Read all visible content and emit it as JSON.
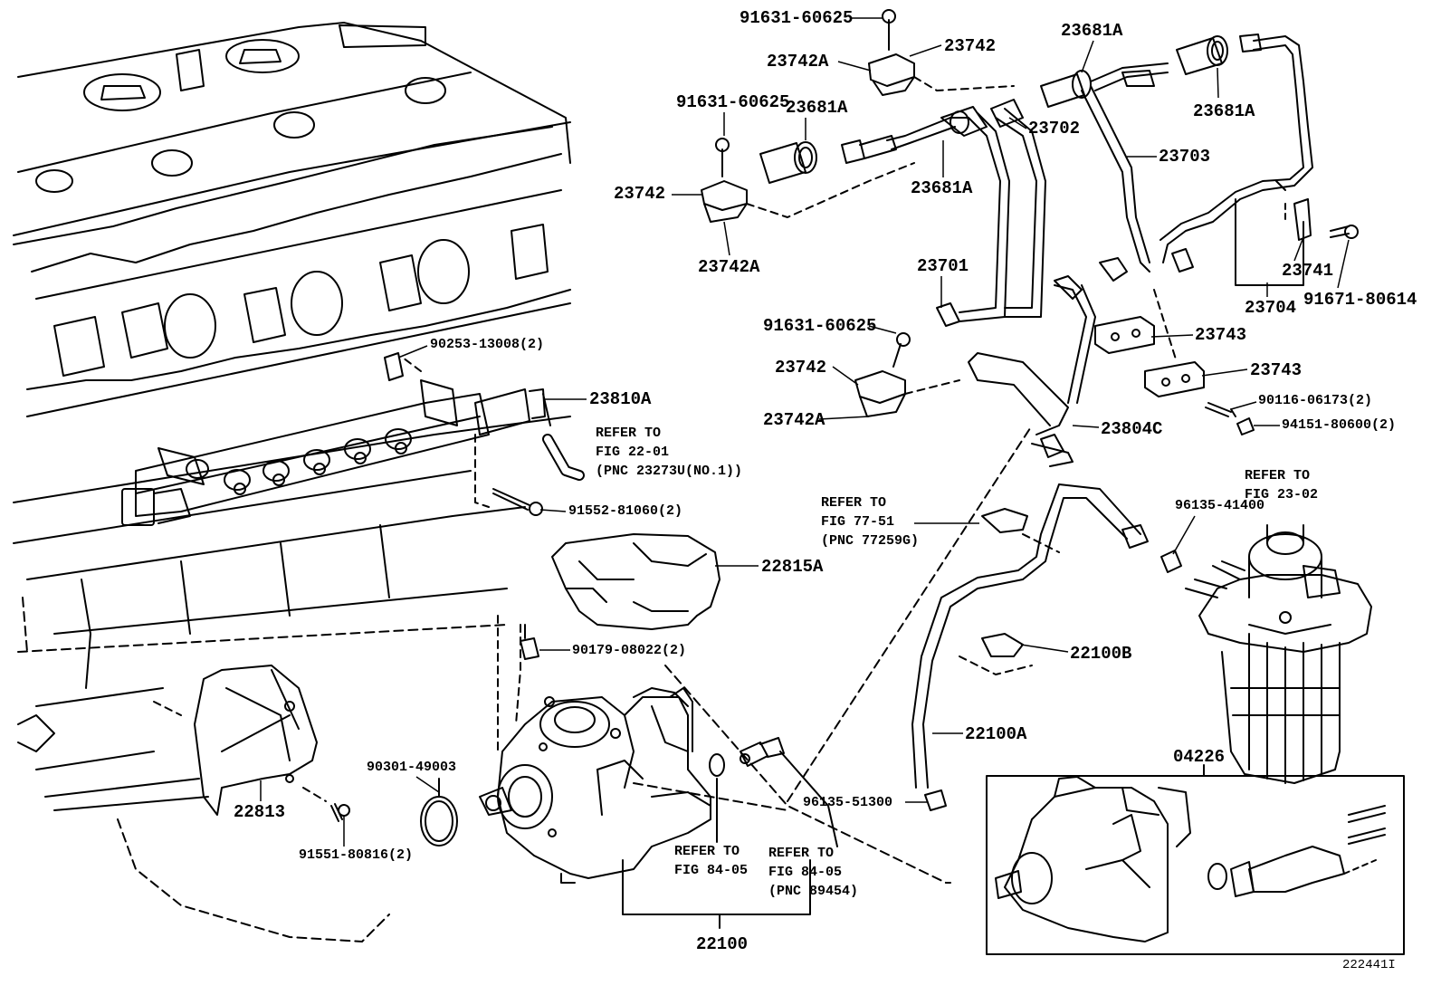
{
  "diagram_id": "222441I",
  "part_labels": {
    "p_91631_60625_a": "91631-60625",
    "p_23742_a": "23742",
    "p_23742A_a": "23742A",
    "p_23681A_a": "23681A",
    "p_91631_60625_b": "91631-60625",
    "p_23681A_b": "23681A",
    "p_23702": "23702",
    "p_23681A_c": "23681A",
    "p_23703": "23703",
    "p_23742_b": "23742",
    "p_23681A_d": "23681A",
    "p_23742A_b": "23742A",
    "p_23701": "23701",
    "p_23741": "23741",
    "p_23704": "23704",
    "p_91671_80614": "91671-80614",
    "p_91631_60625_c": "91631-60625",
    "p_23743_a": "23743",
    "p_23742_c": "23742",
    "p_23743_b": "23743",
    "p_90253_13008": "90253-13008(2)",
    "p_90116_06173": "90116-06173(2)",
    "p_23810A": "23810A",
    "p_23742A_c": "23742A",
    "p_94151_80600": "94151-80600(2)",
    "p_23804C": "23804C",
    "p_91552_81060": "91552-81060(2)",
    "p_96135_41400": "96135-41400",
    "p_22815A": "22815A",
    "p_90179_08022": "90179-08022(2)",
    "p_22100B": "22100B",
    "p_22100A": "22100A",
    "p_90301_49003": "90301-49003",
    "p_04226": "04226",
    "p_96135_51300": "96135-51300",
    "p_22813": "22813",
    "p_91551_80816": "91551-80816(2)",
    "p_22100": "22100"
  },
  "references": {
    "ref_22_01": [
      "REFER TO",
      "FIG 22-01",
      "(PNC 23273U(NO.1))"
    ],
    "ref_77_51": [
      "REFER TO",
      "FIG 77-51",
      "(PNC 77259G)"
    ],
    "ref_23_02": [
      "REFER TO",
      "FIG 23-02"
    ],
    "ref_84_05_a": [
      "REFER TO",
      "FIG 84-05"
    ],
    "ref_84_05_b": [
      "REFER TO",
      "FIG 84-05",
      "(PNC 89454)"
    ]
  }
}
